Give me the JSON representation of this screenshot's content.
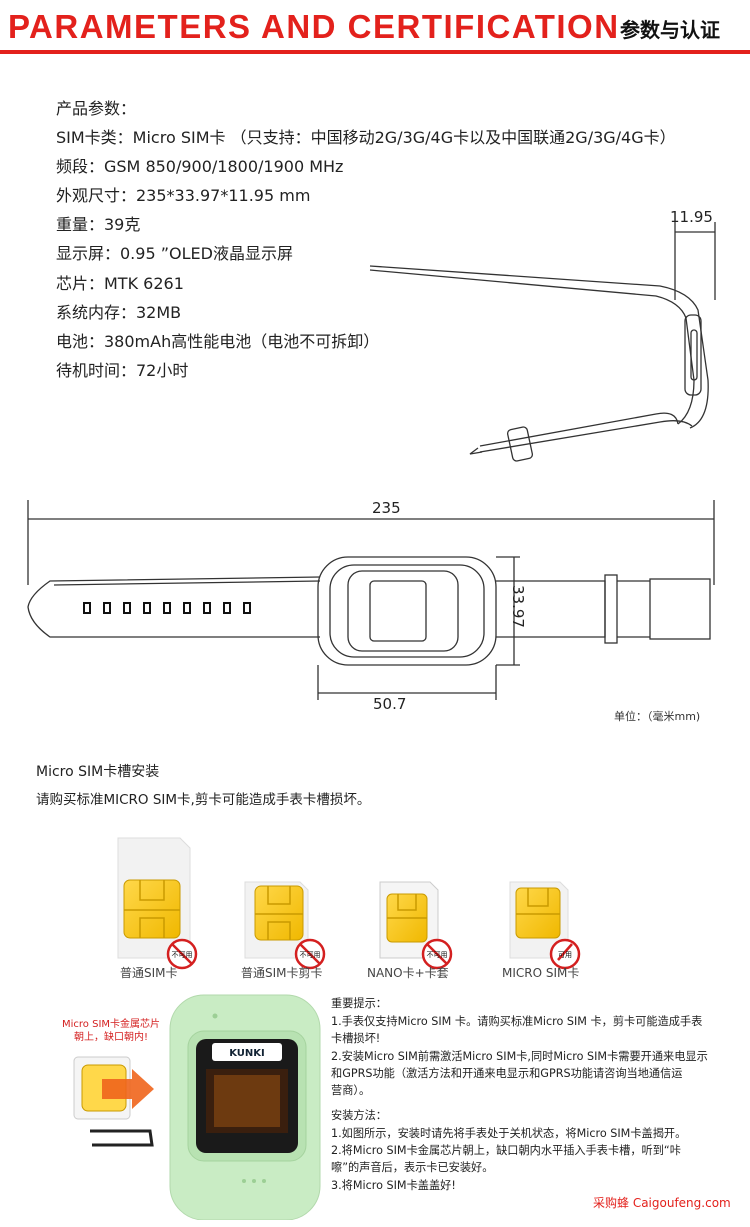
{
  "header": {
    "title": "PARAMETERS AND CERTIFICATION",
    "title_cn": "参数与认证",
    "accent": "#e3211c"
  },
  "specs": [
    "产品参数：",
    "SIM卡类：Micro SIM卡 （只支持：中国移动2G/3G/4G卡以及中国联通2G/3G/4G卡）",
    "频段：GSM 850/900/1800/1900 MHz",
    "外观尺寸：235*33.97*11.95 mm",
    "重量：39克",
    "显示屏：0.95 ”OLED液晶显示屏",
    "芯片：MTK 6261",
    "系统内存：32MB",
    "电池：380mAh高性能电池（电池不可拆卸）",
    "待机时间：72小时"
  ],
  "drawing": {
    "dim_thickness": "11.95",
    "dim_length": "235",
    "dim_width": "33.97",
    "dim_face": "50.7",
    "unit": "单位：（毫米mm)"
  },
  "sim_section": {
    "title": "Micro  SIM卡槽安装",
    "subtitle": "请购买标准MICRO SIM卡,剪卡可能造成手表卡槽损坏。",
    "cards": [
      {
        "label": "普通SIM卡",
        "badge": "不可用"
      },
      {
        "label": "普通SIM卡剪卡",
        "badge": "不可用"
      },
      {
        "label": "NANO卡+卡套",
        "badge": "不可用"
      },
      {
        "label": "MICRO  SIM卡",
        "badge": "可用"
      }
    ],
    "callout": [
      "Micro SIM卡金属芯片",
      "朝上，缺口朝内!"
    ],
    "brand": "KUNKI",
    "notes_title": "重要提示：",
    "notes": [
      "1.手表仅支持Micro SIM 卡。请购买标准Micro SIM 卡，剪卡可能造成手表",
      "   卡槽损坏!",
      "2.安装Micro SIM前需激活Micro SIM卡,同时Micro SIM卡需要开通来电显示",
      "   和GPRS功能（激活方法和开通来电显示和GPRS功能请咨询当地通信运",
      "   营商）。"
    ],
    "install_title": "安装方法：",
    "install": [
      "1.如图所示，安装时请先将手表处于关机状态，将Micro SIM卡盖揭开。",
      "2.将Micro SIM卡金属芯片朝上，缺口朝内水平插入手表卡槽，听到“咔",
      "   嚓”的声音后，表示卡已安装好。",
      "3.将Micro SIM卡盖盖好!"
    ],
    "watermark": "采购蜂 Caigoufeng.com"
  }
}
